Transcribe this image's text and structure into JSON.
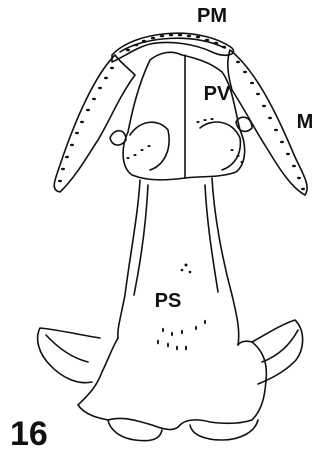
{
  "figure": {
    "number": "16",
    "labels": {
      "pm": "PM",
      "pv": "PV",
      "m": "M",
      "ps": "PS"
    }
  },
  "colors": {
    "ink": "#111111",
    "background": "#ffffff"
  }
}
